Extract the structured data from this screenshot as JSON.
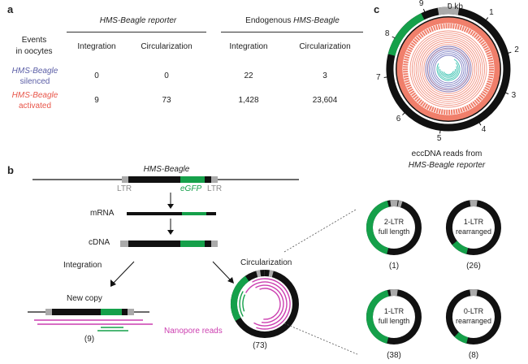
{
  "panel_a": {
    "label": "a",
    "group1": "HMS-Beagle reporter",
    "group2_prefix": "Endogenous ",
    "group2_name": "HMS-Beagle",
    "row_header_line1": "Events",
    "row_header_line2": "in oocytes",
    "columns": [
      "Integration",
      "Circularization",
      "Integration",
      "Circularization"
    ],
    "rows": [
      {
        "label_line1": "HMS-Beagle",
        "label_line2": "silenced",
        "values": [
          "0",
          "0",
          "22",
          "3"
        ]
      },
      {
        "label_line1": "HMS-Beagle",
        "label_line2": "activated",
        "values": [
          "9",
          "73",
          "1,428",
          "23,604"
        ]
      }
    ]
  },
  "panel_b": {
    "label": "b",
    "element_name": "HMS-Beagle",
    "ltr_left": "LTR",
    "egfp": "eGFP",
    "ltr_right": "LTR",
    "mrna": "mRNA",
    "cdna": "cDNA",
    "integration": "Integration",
    "circularization": "Circularization",
    "new_copy": "New copy",
    "new_copy_count": "(9)",
    "circle_count": "(73)",
    "nanopore": "Nanopore reads",
    "classes": [
      {
        "line1": "2-LTR",
        "line2": "full length",
        "count": "(1)",
        "green_fraction": 0.42
      },
      {
        "line1": "1-LTR",
        "line2": "rearranged",
        "count": "(26)",
        "green_fraction": 0.1
      },
      {
        "line1": "1-LTR",
        "line2": "full length",
        "count": "(38)",
        "green_fraction": 0.42
      },
      {
        "line1": "0-LTR",
        "line2": "rearranged",
        "count": "(8)",
        "green_fraction": 0.08
      }
    ]
  },
  "panel_c": {
    "label": "c",
    "scale_label": "0 kb",
    "ticks": [
      "1",
      "2",
      "3",
      "4",
      "5",
      "6",
      "7",
      "8",
      "9"
    ],
    "caption_line1": "eccDNA reads from",
    "caption_line2": "HMS-Beagle reporter"
  },
  "colors": {
    "black": "#111111",
    "green": "#15a04a",
    "gray": "#aaaaaa",
    "salmon": "#f07f6b",
    "purple": "#7d7fc4",
    "teal": "#4cc8b8",
    "pink": "#cc3fb0"
  }
}
